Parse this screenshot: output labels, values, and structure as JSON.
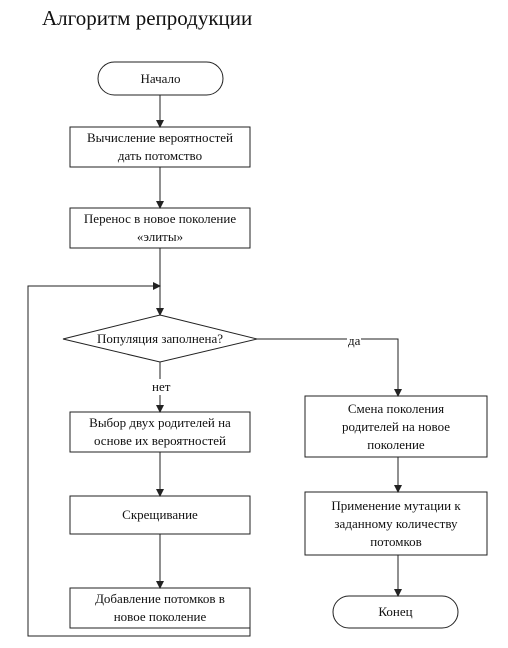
{
  "title": "Алгоритм репродукции",
  "nodes": {
    "start": "Начало",
    "compute_prob": "Вычисление вероятностей\nдать потомство",
    "transfer_elite": "Перенос в новое поколение\n«элиты»",
    "population_full": "Популяция заполнена?",
    "select_parents": "Выбор двух родителей на\nоснове их вероятностей",
    "crossover": "Скрещивание",
    "add_offspring": "Добавление потомков в\nновое поколение",
    "change_generation": "Смена поколения\nродителей на новое\nпоколение",
    "apply_mutation": "Применение мутации к\nзаданному количеству\nпотомков",
    "end": "Конец"
  },
  "edge_labels": {
    "yes": "да",
    "no": "нет"
  }
}
